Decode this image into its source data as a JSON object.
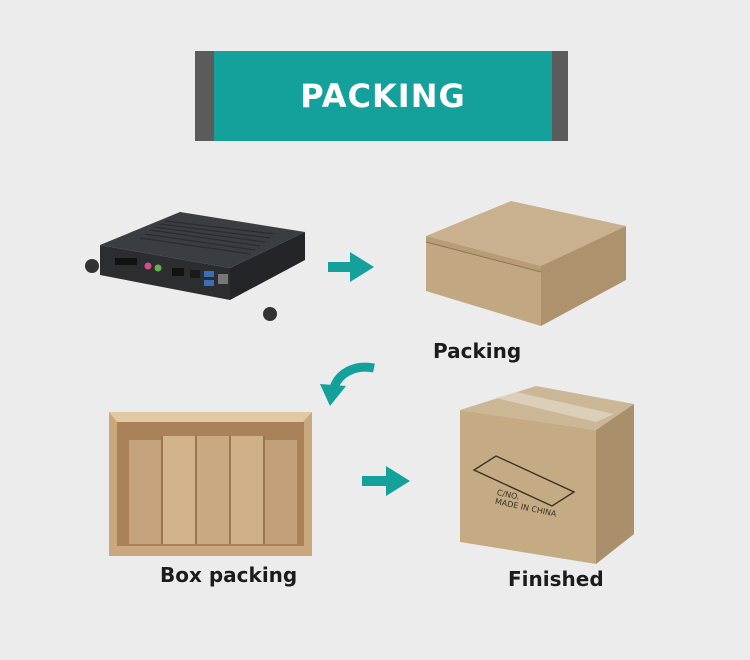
{
  "header": {
    "title": "PACKING"
  },
  "steps": [
    {
      "caption": "Packing"
    },
    {
      "caption": "Box packing"
    },
    {
      "caption": "Finished"
    }
  ],
  "box_marking": {
    "line1": "C/NO.",
    "line2": "MADE IN CHINA"
  },
  "colors": {
    "accent": "#14a09b",
    "banner_side": "#5b5b5b",
    "background": "#ececec"
  },
  "icons": [
    "arrow-right-icon",
    "curved-arrow-icon"
  ]
}
